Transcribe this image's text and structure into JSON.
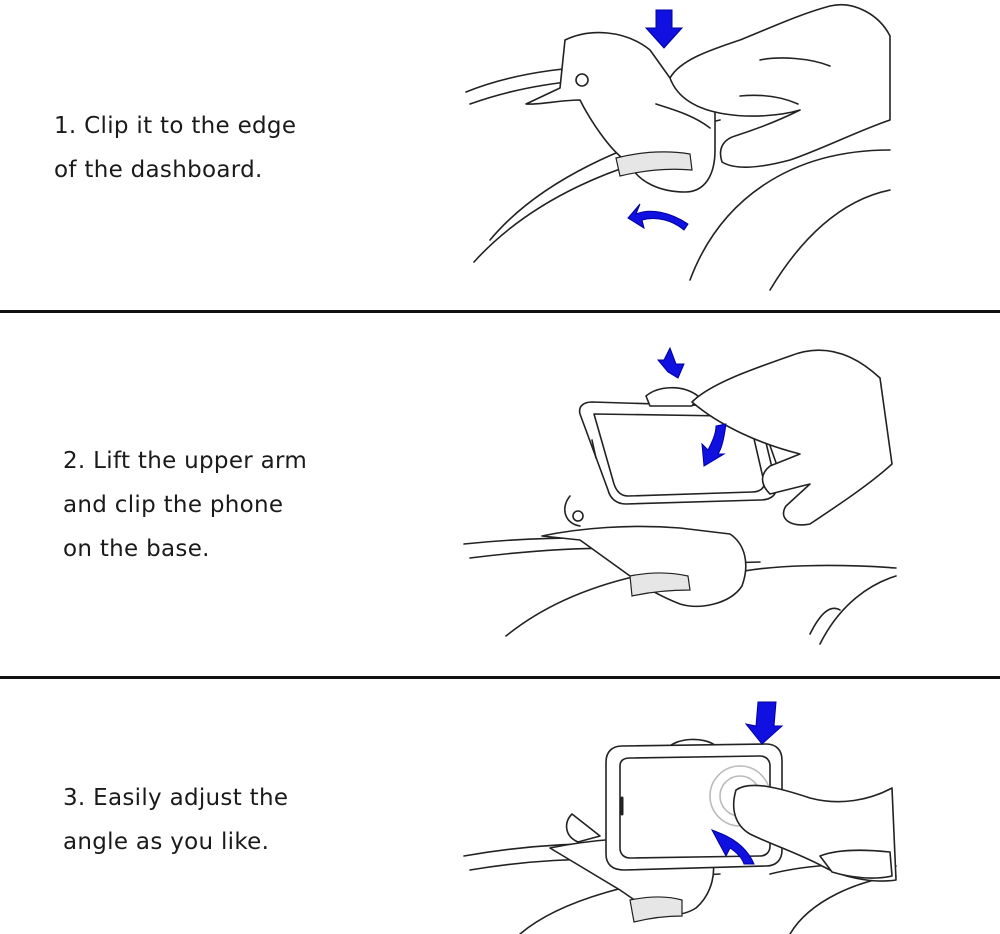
{
  "steps": [
    {
      "lines": [
        "1. Clip it to the edge",
        "of the dashboard."
      ],
      "icon": "clip-onto-dashboard-illustration"
    },
    {
      "lines": [
        "2. Lift the upper arm",
        "and clip the phone",
        "on the base."
      ],
      "icon": "insert-phone-illustration"
    },
    {
      "lines": [
        "3. Easily adjust the",
        "angle as you like."
      ],
      "icon": "adjust-angle-illustration"
    }
  ],
  "colors": {
    "arrow": "#1010e0",
    "line": "#222222",
    "divider": "#111111"
  }
}
